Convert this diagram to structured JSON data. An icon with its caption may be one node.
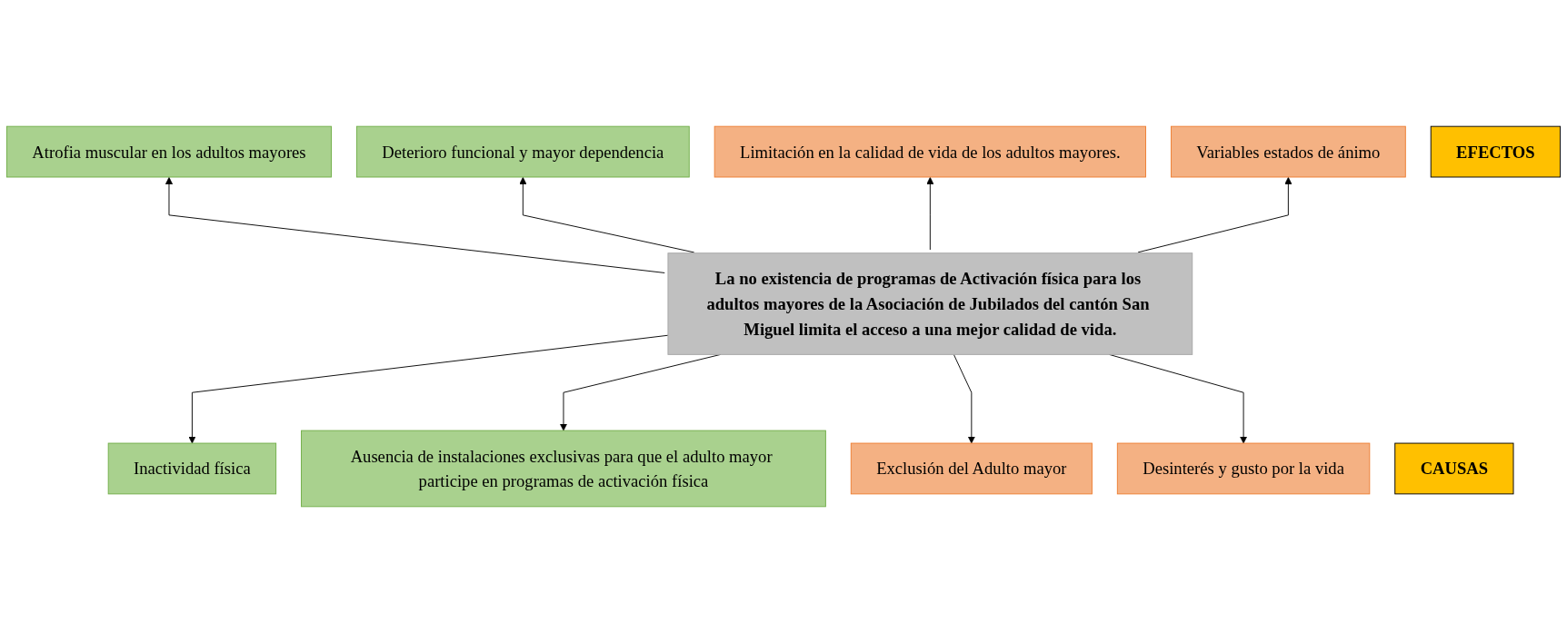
{
  "diagram": {
    "nodes": [
      {
        "text": [
          "Atrofia muscular en los adultos mayores"
        ]
      },
      {
        "text": [
          "Deterioro funcional y mayor dependencia"
        ]
      },
      {
        "text": [
          "Limitación en la calidad de vida de los adultos mayores."
        ]
      },
      {
        "text": [
          "Variables estados de ánimo"
        ]
      },
      {
        "text": [
          "EFECTOS"
        ]
      },
      {
        "text": [
          "La no existencia de programas de Activación física para los adultos mayores de la Asociación de Jubilados del cantón San Miguel limita el acceso a una mejor calidad de vida."
        ]
      },
      {
        "text": [
          "CAUSAS"
        ]
      },
      {
        "text": [
          "Inactividad física"
        ]
      },
      {
        "text": [
          "Ausencia de instalaciones exclusivas para que el adulto mayor participe en programas de activación física"
        ]
      },
      {
        "text": [
          "Exclusión del Adulto mayor"
        ]
      },
      {
        "text": [
          "Desinterés y gusto por la vida"
        ]
      }
    ],
    "edges": [
      {
        "from": 5,
        "to": 0,
        "arrow": "to"
      },
      {
        "from": 5,
        "to": 1,
        "arrow": "to"
      },
      {
        "from": 5,
        "to": 2,
        "arrow": "to"
      },
      {
        "from": 5,
        "to": 3,
        "arrow": "to"
      },
      {
        "from": 5,
        "to": 7,
        "arrow": "to"
      },
      {
        "from": 5,
        "to": 8,
        "arrow": "to"
      },
      {
        "from": 5,
        "to": 9,
        "arrow": "to"
      },
      {
        "from": 5,
        "to": 10,
        "arrow": "to"
      }
    ]
  }
}
